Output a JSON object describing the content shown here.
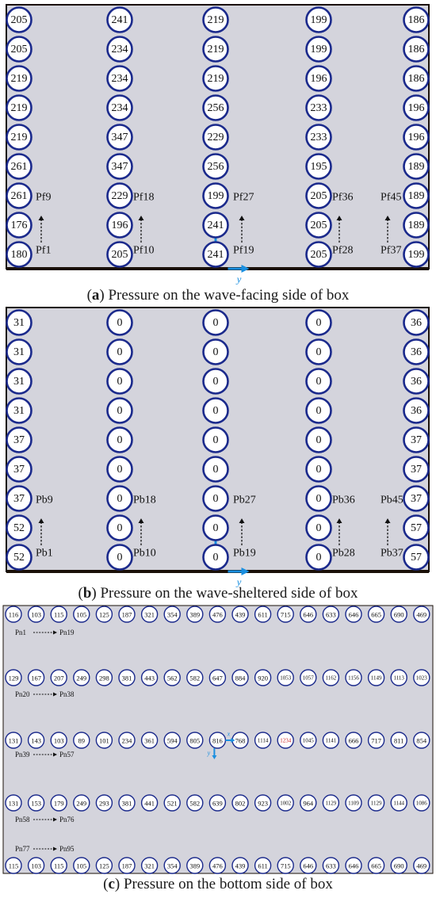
{
  "colors": {
    "panel_fill": "#d4d4dc",
    "frame": "#1a1008",
    "circle_stroke": "#1b2a8c",
    "axis": "#1a8fe0",
    "highlight_value": "#cc2222",
    "text": "#111111"
  },
  "panel_a": {
    "caption_letter": "a",
    "caption_text": " Pressure on the wave-facing side of box",
    "columns": [
      [
        "205",
        "205",
        "219",
        "219",
        "219",
        "261",
        "261",
        "176",
        "180"
      ],
      [
        "241",
        "234",
        "234",
        "234",
        "347",
        "347",
        "229",
        "196",
        "205"
      ],
      [
        "219",
        "219",
        "219",
        "256",
        "229",
        "256",
        "199",
        "241",
        "241"
      ],
      [
        "199",
        "199",
        "196",
        "233",
        "233",
        "195",
        "205",
        "205",
        "205"
      ],
      [
        "186",
        "186",
        "186",
        "196",
        "196",
        "189",
        "189",
        "189",
        "199"
      ]
    ],
    "labels_top": [
      "Pf9",
      "Pf18",
      "Pf27",
      "Pf36",
      "Pf45"
    ],
    "labels_bottom": [
      "Pf1",
      "Pf10",
      "Pf19",
      "Pf28",
      "Pf37"
    ],
    "axis_label": "y"
  },
  "panel_b": {
    "caption_letter": "b",
    "caption_text": " Pressure on the wave-sheltered side of box",
    "columns": [
      [
        "31",
        "31",
        "31",
        "31",
        "37",
        "37",
        "37",
        "52",
        "52"
      ],
      [
        "0",
        "0",
        "0",
        "0",
        "0",
        "0",
        "0",
        "0",
        "0"
      ],
      [
        "0",
        "0",
        "0",
        "0",
        "0",
        "0",
        "0",
        "0",
        "0"
      ],
      [
        "0",
        "0",
        "0",
        "0",
        "0",
        "0",
        "0",
        "0",
        "0"
      ],
      [
        "36",
        "36",
        "36",
        "36",
        "37",
        "37",
        "37",
        "57",
        "57"
      ]
    ],
    "labels_top": [
      "Pb9",
      "Pb18",
      "Pb27",
      "Pb36",
      "Pb45"
    ],
    "labels_bottom": [
      "Pb1",
      "Pb10",
      "Pb19",
      "Pb28",
      "Pb37"
    ],
    "axis_label": "y"
  },
  "panel_c": {
    "caption_letter": "c",
    "caption_text": " Pressure on the bottom side of box",
    "rows": [
      [
        "116",
        "103",
        "115",
        "105",
        "125",
        "187",
        "321",
        "354",
        "389",
        "476",
        "439",
        "611",
        "715",
        "646",
        "633",
        "646",
        "665",
        "690",
        "469"
      ],
      [
        "129",
        "167",
        "207",
        "249",
        "298",
        "381",
        "443",
        "562",
        "582",
        "647",
        "884",
        "920",
        "1053",
        "1057",
        "1162",
        "1156",
        "1149",
        "1113",
        "1023"
      ],
      [
        "131",
        "143",
        "103",
        "89",
        "101",
        "234",
        "361",
        "594",
        "805",
        "816",
        "768",
        "1114",
        "1234",
        "1045",
        "1141",
        "666",
        "717",
        "811",
        "854"
      ],
      [
        "131",
        "153",
        "179",
        "249",
        "293",
        "381",
        "441",
        "521",
        "582",
        "639",
        "802",
        "923",
        "1002",
        "964",
        "1129",
        "1109",
        "1129",
        "1144",
        "1086"
      ],
      [
        "115",
        "103",
        "115",
        "105",
        "125",
        "187",
        "321",
        "354",
        "389",
        "476",
        "439",
        "611",
        "715",
        "646",
        "633",
        "646",
        "665",
        "690",
        "469"
      ]
    ],
    "highlight": {
      "row": 2,
      "col": 12
    },
    "range_labels": [
      [
        "Pn1",
        "Pn19"
      ],
      [
        "Pn20",
        "Pn38"
      ],
      [
        "Pn39",
        "Pn57"
      ],
      [
        "Pn58",
        "Pn76"
      ],
      [
        "Pn77",
        "Pn95"
      ]
    ],
    "axis_label_x": "x",
    "axis_label_y": "y"
  }
}
